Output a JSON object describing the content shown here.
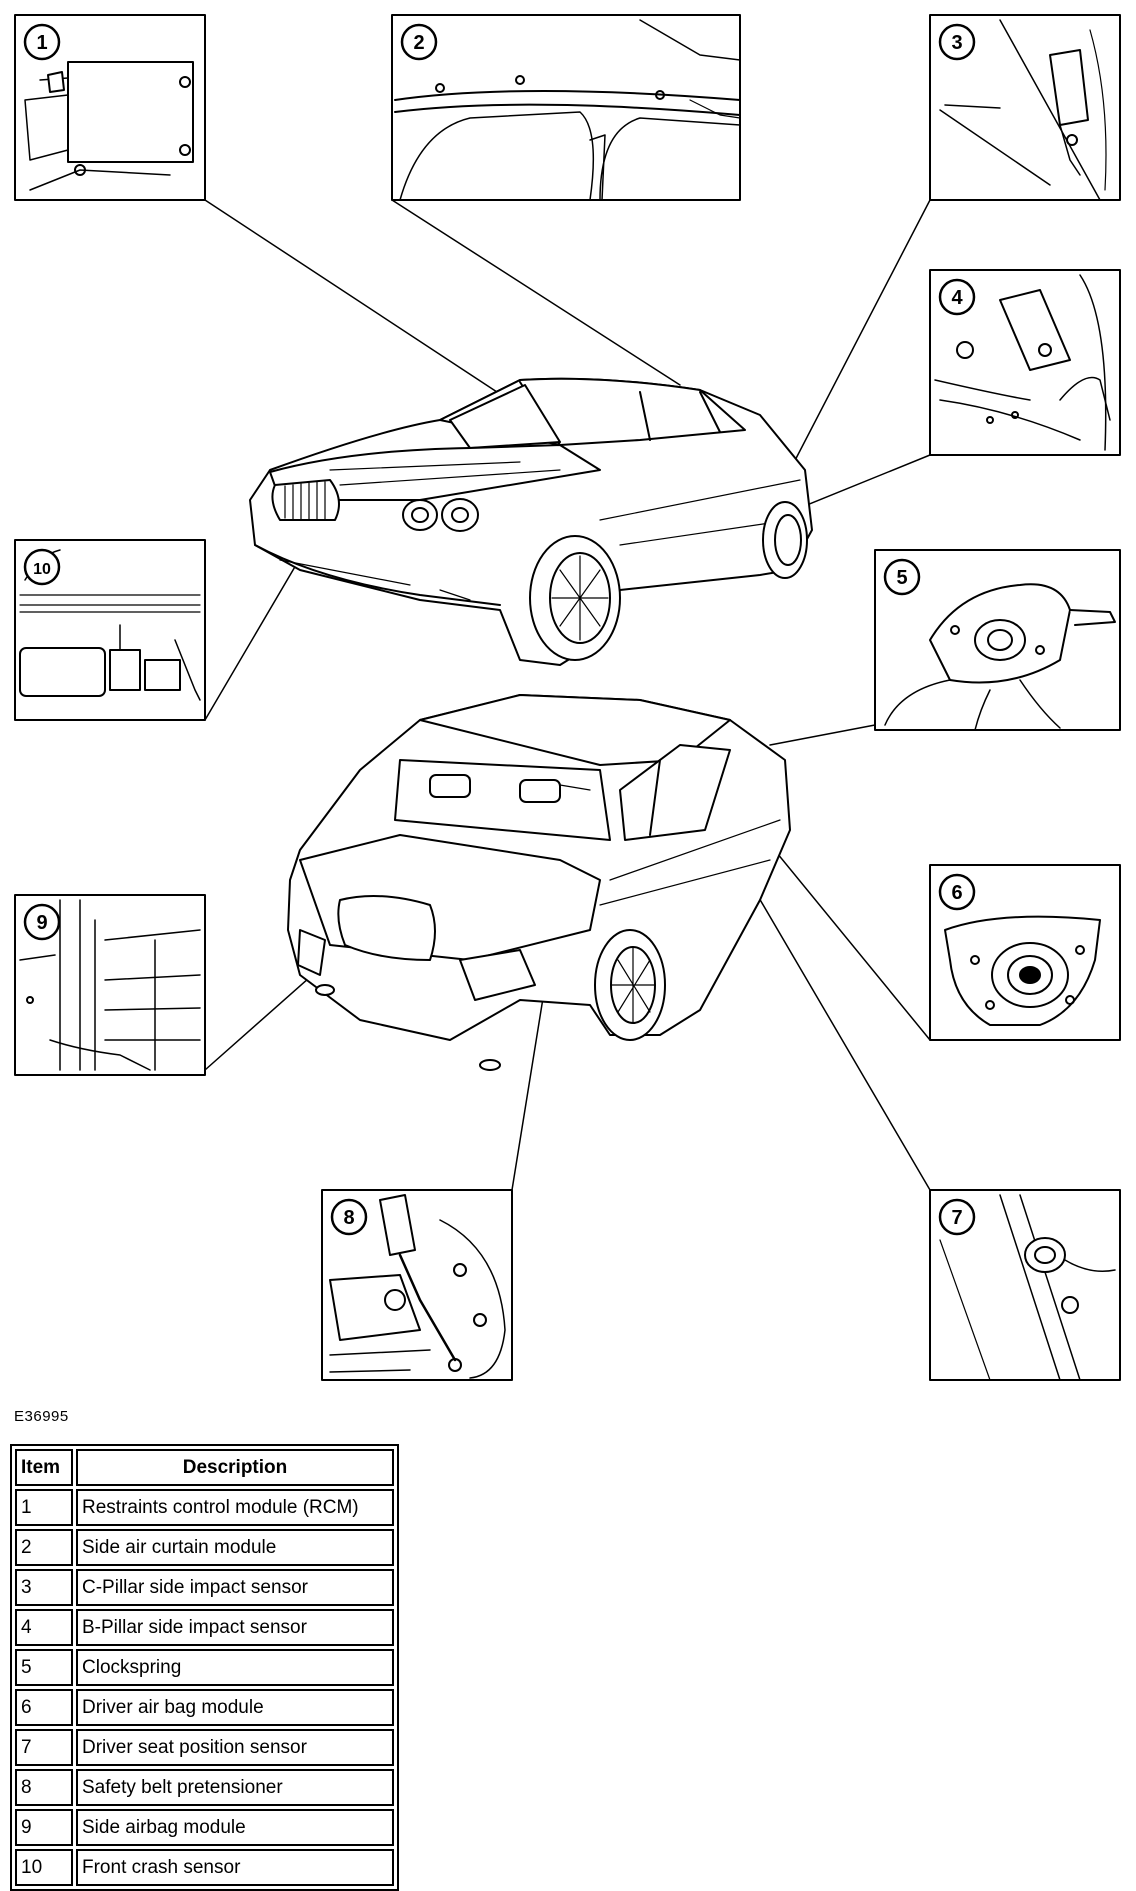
{
  "figure_code": "E36995",
  "callouts": [
    {
      "number": "1",
      "part": "restraints-control-module"
    },
    {
      "number": "2",
      "part": "side-air-curtain-module"
    },
    {
      "number": "3",
      "part": "c-pillar-side-impact-sensor"
    },
    {
      "number": "4",
      "part": "b-pillar-side-impact-sensor"
    },
    {
      "number": "5",
      "part": "clockspring"
    },
    {
      "number": "6",
      "part": "driver-air-bag-module"
    },
    {
      "number": "7",
      "part": "driver-seat-position-sensor"
    },
    {
      "number": "8",
      "part": "safety-belt-pretensioner"
    },
    {
      "number": "9",
      "part": "side-airbag-module"
    },
    {
      "number": "10",
      "part": "front-crash-sensor"
    }
  ],
  "table": {
    "headers": {
      "item": "Item",
      "description": "Description"
    },
    "rows": [
      {
        "item": "1",
        "description": "Restraints control module (RCM)"
      },
      {
        "item": "2",
        "description": "Side air curtain module"
      },
      {
        "item": "3",
        "description": "C-Pillar side impact sensor"
      },
      {
        "item": "4",
        "description": "B-Pillar side impact sensor"
      },
      {
        "item": "5",
        "description": "Clockspring"
      },
      {
        "item": "6",
        "description": "Driver air bag module"
      },
      {
        "item": "7",
        "description": "Driver seat position sensor"
      },
      {
        "item": "8",
        "description": "Safety belt pretensioner"
      },
      {
        "item": "9",
        "description": "Side airbag module"
      },
      {
        "item": "10",
        "description": "Front crash sensor"
      }
    ]
  }
}
